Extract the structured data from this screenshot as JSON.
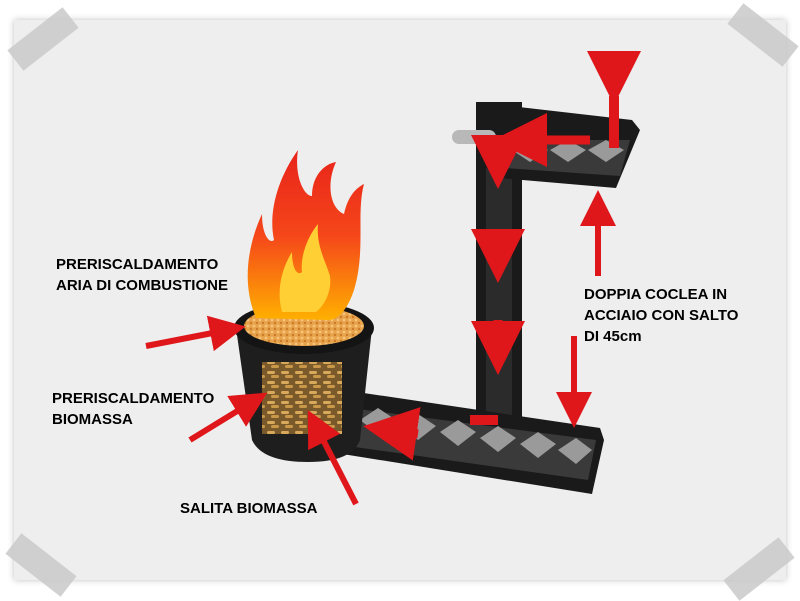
{
  "labels": {
    "preheat_air": {
      "line1": "PRERISCALDAMENTO",
      "line2": "ARIA DI COMBUSTIONE"
    },
    "preheat_biomass": {
      "line1": "PRERISCALDAMENTO",
      "line2": "BIOMASSA"
    },
    "biomass_rise": "SALITA BIOMASSA",
    "double_auger": {
      "line1": "DOPPIA  COCLEA  IN",
      "line2": "ACCIAIO CON SALTO",
      "line3": "DI 45cm"
    }
  },
  "colors": {
    "arrow": "#e0171a",
    "auger_body": "#1a1a1a",
    "flame_outer": "#e8231a",
    "flame_inner": "#ffb000",
    "pellet": "#d8a95a",
    "background": "#eeeeee"
  }
}
